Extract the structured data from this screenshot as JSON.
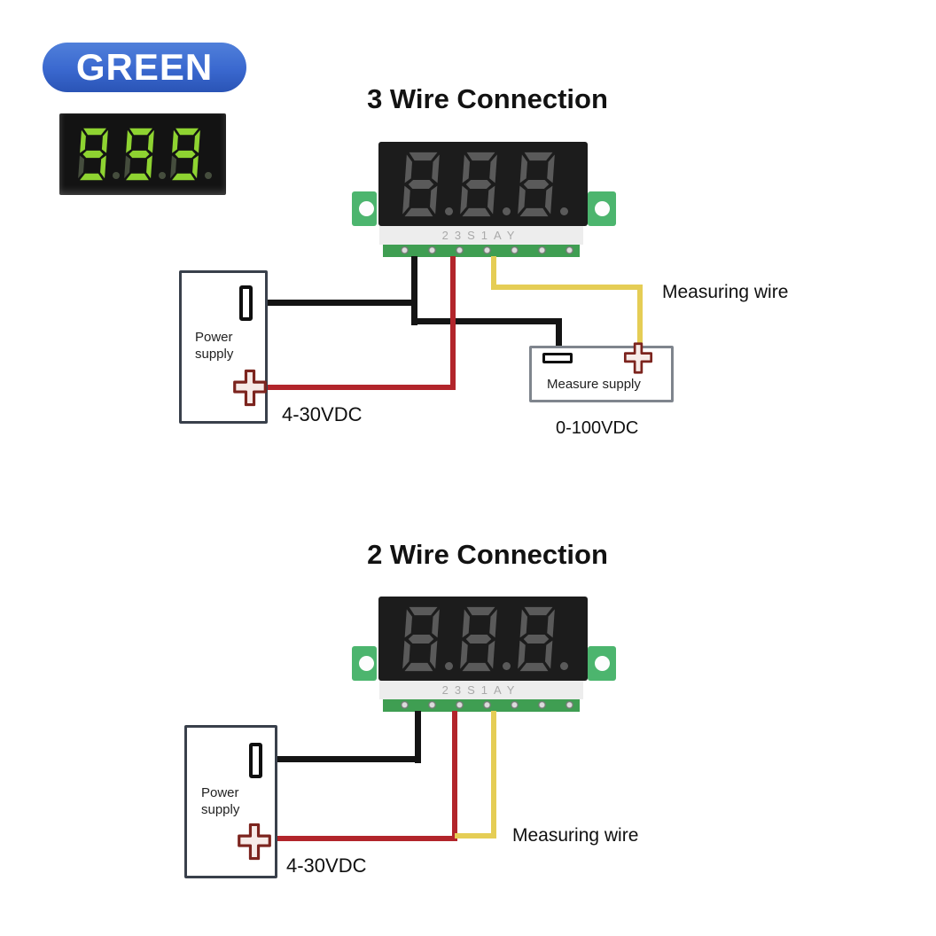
{
  "badge": {
    "label": "GREEN"
  },
  "sample_display": {
    "digits": "999"
  },
  "module": {
    "board_label": "23S1AY",
    "display_digits": "888"
  },
  "diagrams": {
    "three_wire": {
      "title": "3 Wire Connection",
      "power_supply": {
        "label": "Power supply",
        "voltage_range": "4-30VDC"
      },
      "measure_supply": {
        "label": "Measure supply",
        "voltage_range": "0-100VDC"
      },
      "measuring_wire_label": "Measuring wire"
    },
    "two_wire": {
      "title": "2 Wire Connection",
      "power_supply": {
        "label": "Power supply",
        "voltage_range": "4-30VDC"
      },
      "measuring_wire_label": "Measuring wire"
    }
  },
  "colors": {
    "badge_blue": "#3a68cf",
    "wire_black": "#141414",
    "wire_red": "#b2252b",
    "wire_yellow": "#e5cd55",
    "led_green": "#8ed331",
    "led_unlit": "#454d3d",
    "module_segment_gray": "#5a5a5a",
    "pcb_green": "#3f9e52"
  }
}
